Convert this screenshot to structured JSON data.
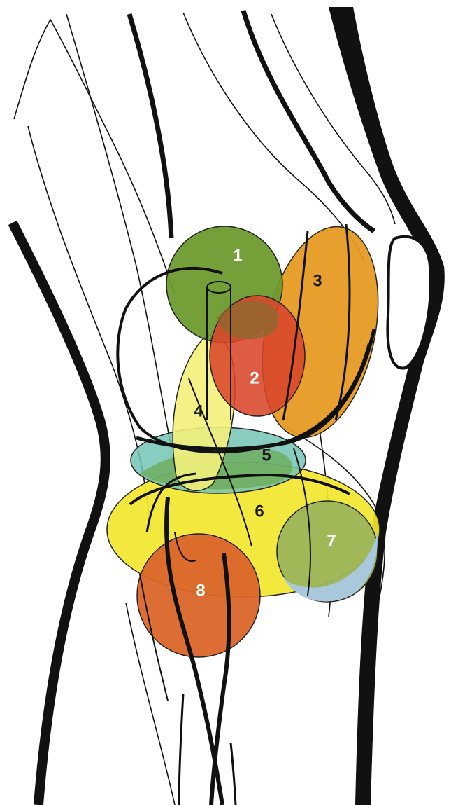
{
  "diagram": {
    "subject": "knee-lateral-view",
    "zones": [
      {
        "id": "zone-1",
        "label": "1",
        "color": "#6e9a2e"
      },
      {
        "id": "zone-2",
        "label": "2",
        "color": "#d9452a"
      },
      {
        "id": "zone-3",
        "label": "3",
        "color": "#e69a22"
      },
      {
        "id": "zone-4",
        "label": "4",
        "color": "#f3ef7a"
      },
      {
        "id": "zone-5",
        "label": "5",
        "color": "#74c3b5"
      },
      {
        "id": "zone-6",
        "label": "6",
        "color": "#f2e62e"
      },
      {
        "id": "zone-7",
        "label": "7",
        "color": "#9bb55a"
      },
      {
        "id": "zone-8",
        "label": "8",
        "color": "#d9652a"
      }
    ],
    "colors": {
      "line": "#111111",
      "background": "#ffffff",
      "zone7_lower": "#a9c8dc"
    }
  }
}
